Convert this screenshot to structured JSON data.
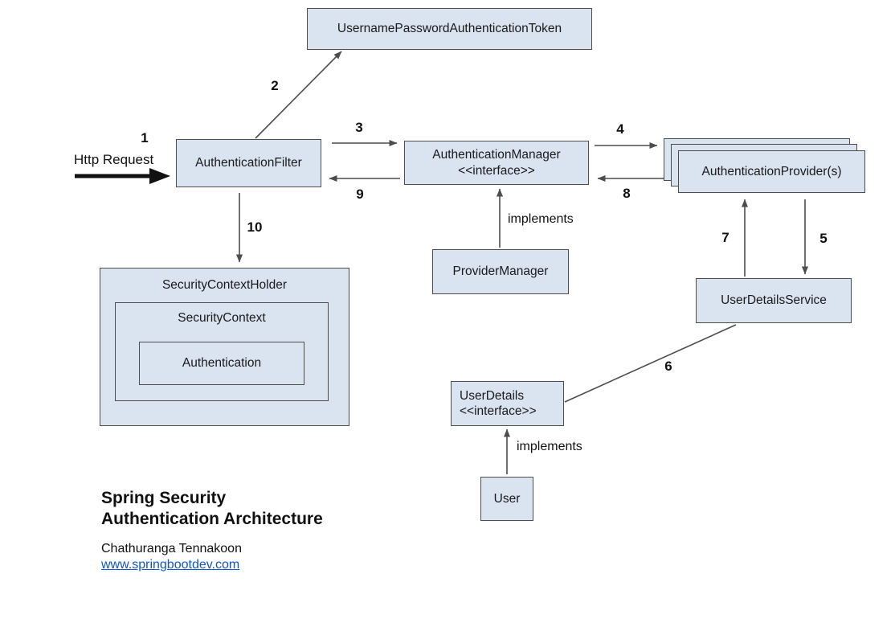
{
  "colors": {
    "box_fill": "#dae3f0",
    "box_border": "#4d4d4d",
    "line": "#4d4d4d",
    "link": "#1155cc",
    "background": "#ffffff"
  },
  "nodes": {
    "token": {
      "label": "UsernamePasswordAuthenticationToken"
    },
    "filter": {
      "label": "AuthenticationFilter"
    },
    "manager": {
      "label": "AuthenticationManager",
      "stereotype": "<<interface>>"
    },
    "providers": {
      "label": "AuthenticationProvider(s)"
    },
    "provider_manager": {
      "label": "ProviderManager"
    },
    "user_details_service": {
      "label": "UserDetailsService"
    },
    "user_details": {
      "label": "UserDetails",
      "stereotype": "<<interface>>"
    },
    "user": {
      "label": "User"
    },
    "security_context_holder": {
      "label": "SecurityContextHolder"
    },
    "security_context": {
      "label": "SecurityContext"
    },
    "authentication": {
      "label": "Authentication"
    }
  },
  "edge_labels": {
    "http_request": "Http Request",
    "implements_provider_manager": "implements",
    "implements_user": "implements",
    "n1": "1",
    "n2": "2",
    "n3": "3",
    "n4": "4",
    "n5": "5",
    "n6": "6",
    "n7": "7",
    "n8": "8",
    "n9": "9",
    "n10": "10"
  },
  "footer": {
    "title_line1": "Spring Security",
    "title_line2": "Authentication Architecture",
    "author": "Chathuranga Tennakoon",
    "website": "www.springbootdev.com"
  }
}
